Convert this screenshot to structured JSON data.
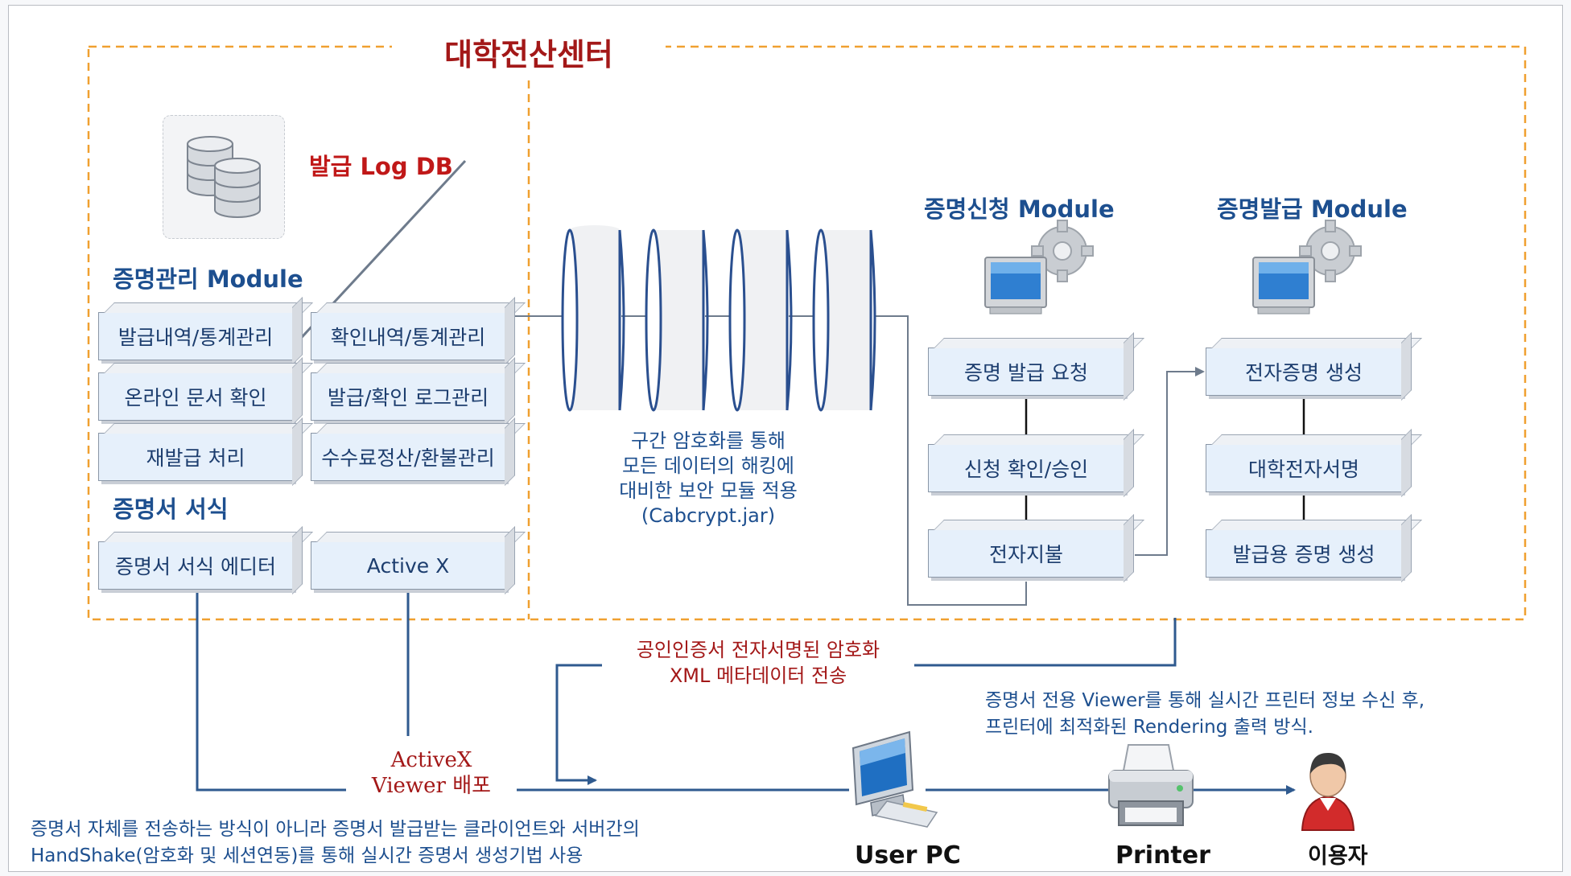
{
  "center_title": "대학전산센터",
  "db": {
    "label": "발급 Log DB"
  },
  "management_module": {
    "title": "증명관리 Module",
    "items": [
      "발급내역/통계관리",
      "확인내역/통계관리",
      "온라인 문서 확인",
      "발급/확인 로그관리",
      "재발급 처리",
      "수수료정산/환불관리"
    ]
  },
  "cert_format": {
    "title": "증명서 서식",
    "items": [
      "증명서 서식 에디터",
      "Active X"
    ]
  },
  "encryption_note": [
    "구간 암호화를 통해",
    "모든 데이터의 해킹에",
    "대비한 보안 모듈 적용",
    "(Cabcrypt.jar)"
  ],
  "request_module": {
    "title": "증명신청 Module",
    "steps": [
      "증명 발급 요청",
      "신청 확인/승인",
      "전자지불"
    ]
  },
  "issue_module": {
    "title": "증명발급 Module",
    "steps": [
      "전자증명 생성",
      "대학전자서명",
      "발급용 증명 생성"
    ]
  },
  "xml_note": [
    "공인인증서 전자서명된 암호화",
    "XML 메타데이터 전송"
  ],
  "activex_note": [
    "ActiveX",
    "Viewer 배포"
  ],
  "viewer_note": [
    "증명서 전용 Viewer를 통해 실시간 프린터 정보 수신 후,",
    "프린터에 최적화된 Rendering 출력 방식."
  ],
  "bottom_note": [
    "증명서 자체를 전송하는 방식이 아니라 증명서 발급받는 클라이언트와 서버간의",
    "HandShake(암호화 및 세션연동)를 통해 실시간 증명서 생성기법 사용"
  ],
  "endpoints": {
    "user_pc": "User PC",
    "printer": "Printer",
    "user": "이용자"
  },
  "colors": {
    "dashed_border": "#f0a030",
    "title_red": "#a31818",
    "text_blue": "#1d4f8f",
    "box_fill": "#e6f0fb",
    "line": "#2f5a8f"
  }
}
